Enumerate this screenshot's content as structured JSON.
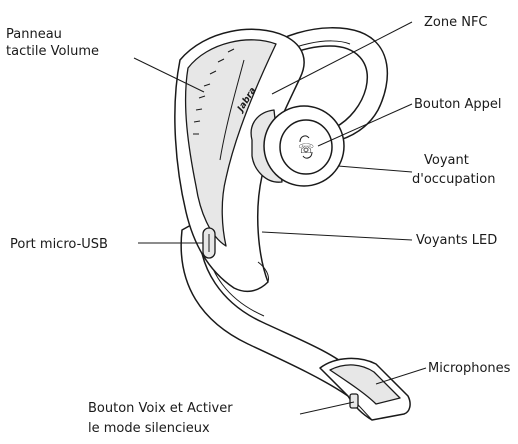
{
  "callouts": {
    "volume_panel": [
      "Panneau",
      "tactile Volume"
    ],
    "nfc_zone": [
      "Zone NFC"
    ],
    "call_button": [
      "Bouton Appel"
    ],
    "busy_light": [
      "Voyant",
      "d'occupation"
    ],
    "micro_usb": [
      "Port micro-USB"
    ],
    "led_lights": [
      "Voyants LED"
    ],
    "microphones": [
      "Microphones"
    ],
    "voice_mute_button": [
      "Bouton Voix et Activer",
      "le mode silencieux"
    ]
  },
  "brand_logo": "Jabra"
}
